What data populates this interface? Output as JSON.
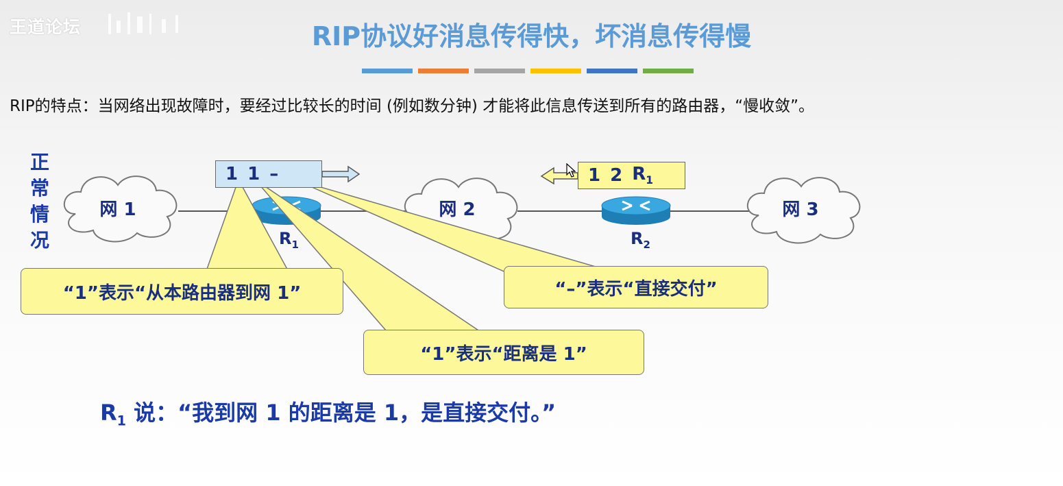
{
  "watermark": "王道论坛",
  "title": "RIP协议好消息传得快，坏消息传得慢",
  "deco_colors": [
    "#5b9bd5",
    "#ed7d31",
    "#a5a5a5",
    "#ffc000",
    "#4472c4",
    "#70ad47"
  ],
  "feature_text": "RIP的特点：当网络出现故障时，要经过比较长的时间 (例如数分钟) 才能将此信息传送到所有的路由器，“慢收敛”。",
  "situation_label": [
    "正",
    "常",
    "情",
    "况"
  ],
  "networks": [
    "网 1",
    "网 2",
    "网 3"
  ],
  "routers": [
    {
      "name": "R",
      "sub": "1"
    },
    {
      "name": "R",
      "sub": "2"
    }
  ],
  "table_r1": [
    "1",
    "1",
    "–"
  ],
  "table_r2": [
    "1",
    "2"
  ],
  "table_r2_next": {
    "name": "R",
    "sub": "1"
  },
  "callouts": {
    "net": "“1”表示“从本路由器到网 1”",
    "direct": "“–”表示“直接交付”",
    "distance": "“1”表示“距离是 1”"
  },
  "saying": {
    "speaker": "R",
    "speaker_sub": "1",
    "text": " 说：“我到网 1 的距离是 1，是直接交付。”"
  },
  "colors": {
    "title": "#5b9bd5",
    "text_blue": "#1a3aa8",
    "callout_fill": "#fdf99b",
    "table_fill": "#cfe6f7",
    "router": "#2a9fd6"
  }
}
